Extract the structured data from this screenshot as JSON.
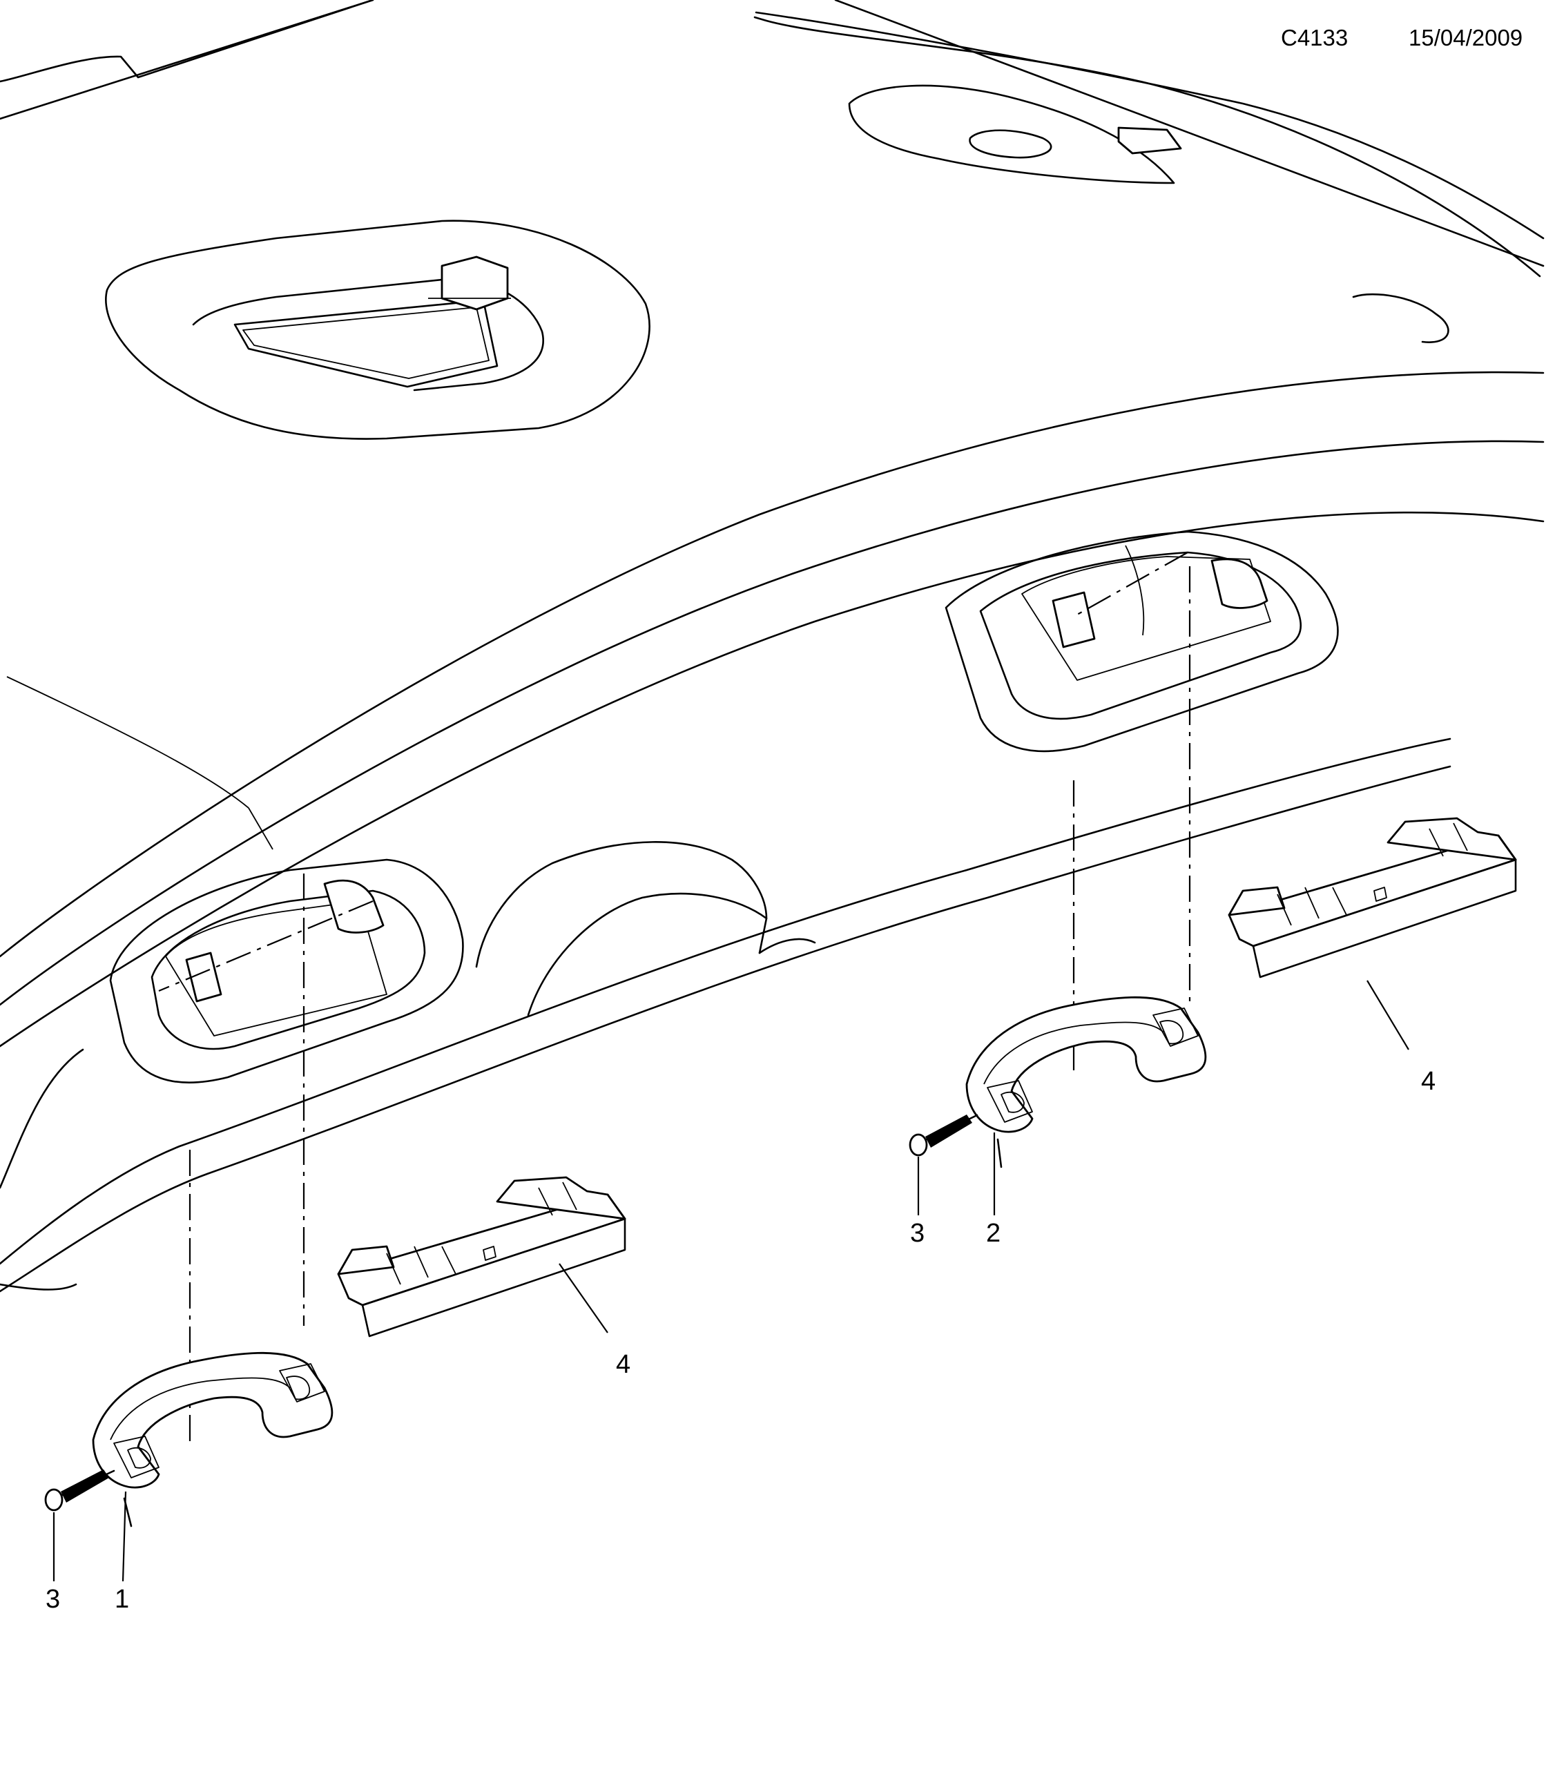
{
  "header": {
    "diagram_code": "C4133",
    "date": "15/04/2009"
  },
  "callouts": {
    "grab_handle_left": "1",
    "grab_handle_right": "2",
    "screw_left": "3",
    "screw_right": "3",
    "bracket_left": "4",
    "bracket_right": "4"
  },
  "colors": {
    "line": "#000000",
    "background": "#ffffff"
  }
}
